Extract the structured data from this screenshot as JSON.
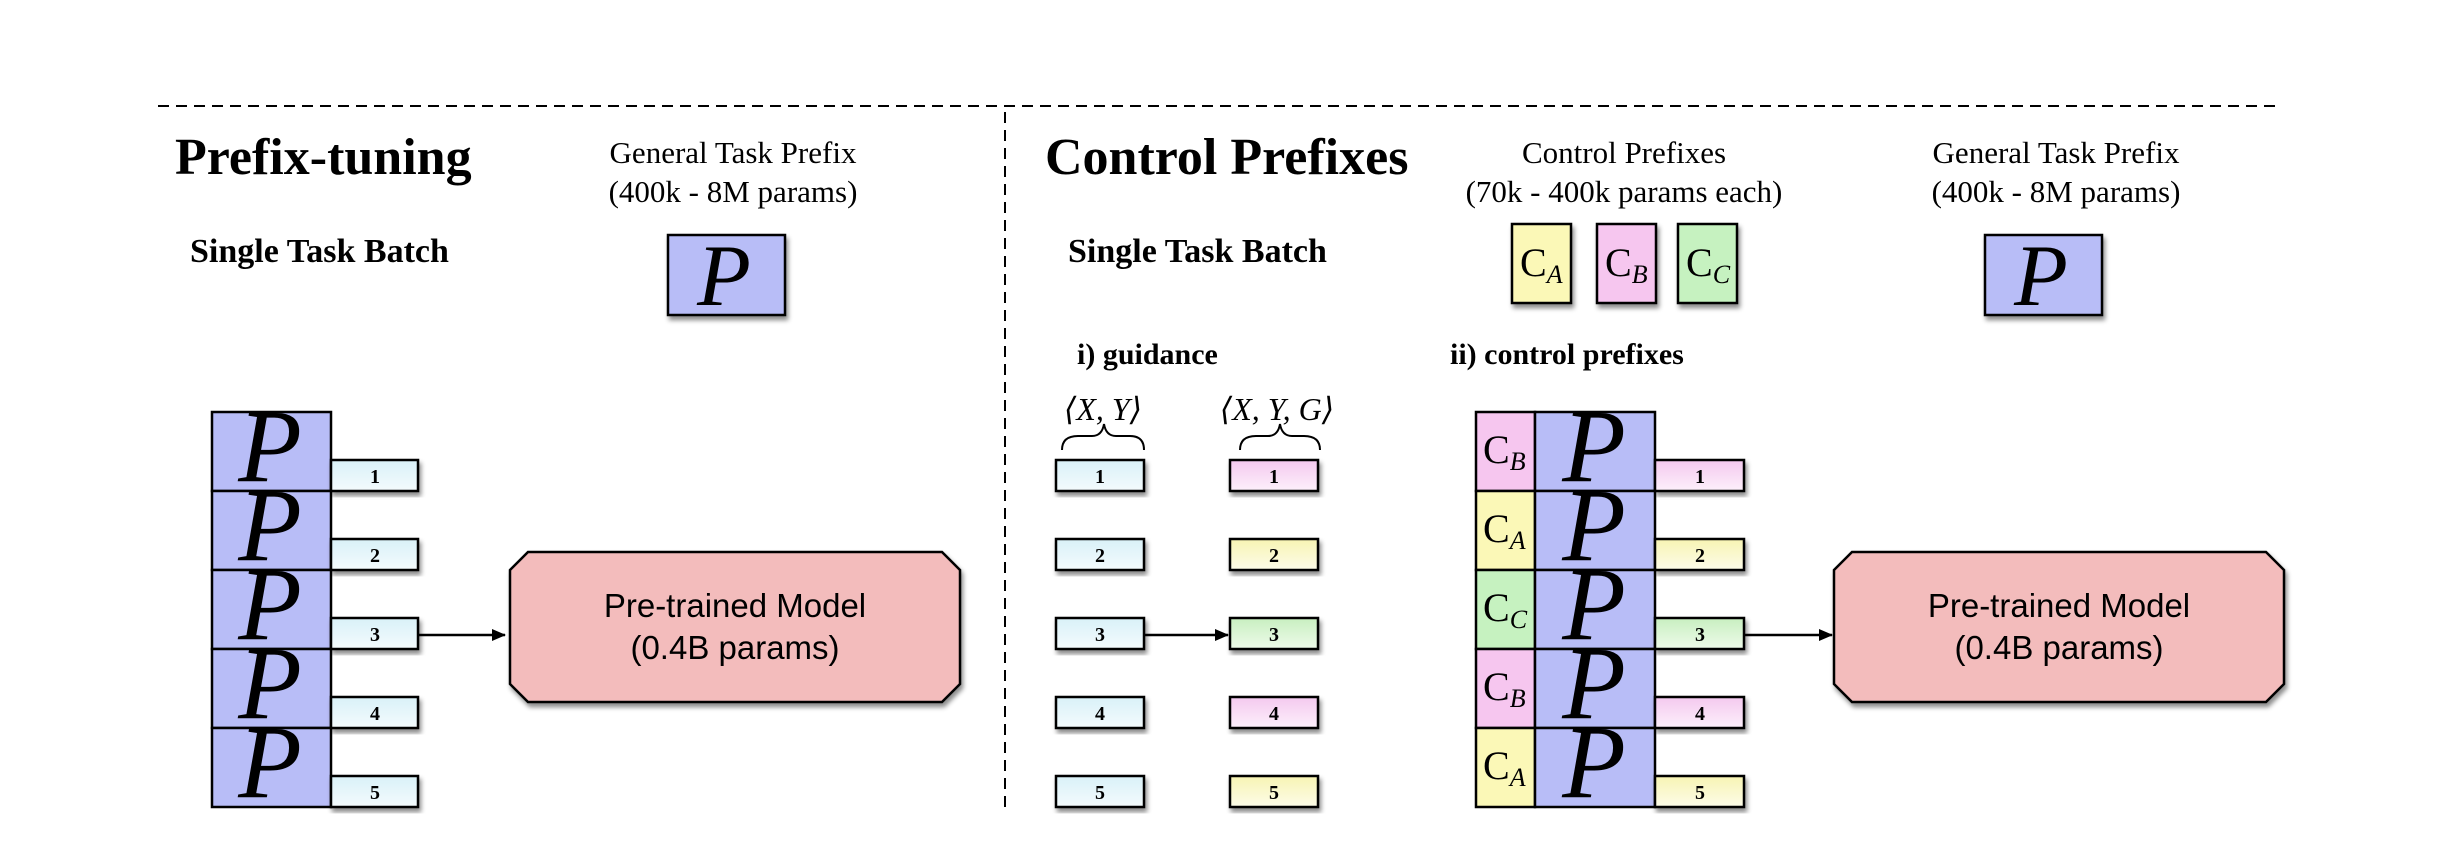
{
  "left": {
    "title": "Prefix-tuning",
    "batch_label": "Single Task Batch",
    "general_prefix_caption": [
      "General Task Prefix",
      "(400k - 8M params)"
    ],
    "prefix_symbol": "P",
    "rows": [
      "1",
      "2",
      "3",
      "4",
      "5"
    ],
    "model": [
      "Pre-trained Model",
      "(0.4B params)"
    ]
  },
  "right": {
    "title": "Control Prefixes",
    "batch_label": "Single Task Batch",
    "control_prefix_caption": [
      "Control Prefixes",
      "(70k - 400k params each)"
    ],
    "control_prefixes": [
      {
        "letter": "C",
        "sub": "A",
        "color": "#fbf8b7"
      },
      {
        "letter": "C",
        "sub": "B",
        "color": "#f6c6ef"
      },
      {
        "letter": "C",
        "sub": "C",
        "color": "#c6f2c0"
      }
    ],
    "general_prefix_caption": [
      "General Task Prefix",
      "(400k - 8M params)"
    ],
    "prefix_symbol": "P",
    "guidance_label": "i) guidance",
    "control_label": "ii) control prefixes",
    "tuple_xy": "⟨X, Y⟩",
    "tuple_xyg": "⟨X, Y, G⟩",
    "rows": [
      "1",
      "2",
      "3",
      "4",
      "5"
    ],
    "guided_row_attrs": [
      "B",
      "A",
      "C",
      "B",
      "A"
    ],
    "model": [
      "Pre-trained Model",
      "(0.4B params)"
    ]
  },
  "colors": {
    "prefix_blue": "#b8bdf7",
    "input_cyan": "#e6f6fb",
    "model_pink": "#f3bcbc",
    "attr_A": "#fbf8b7",
    "attr_B": "#f6c6ef",
    "attr_C": "#c6f2c0"
  }
}
